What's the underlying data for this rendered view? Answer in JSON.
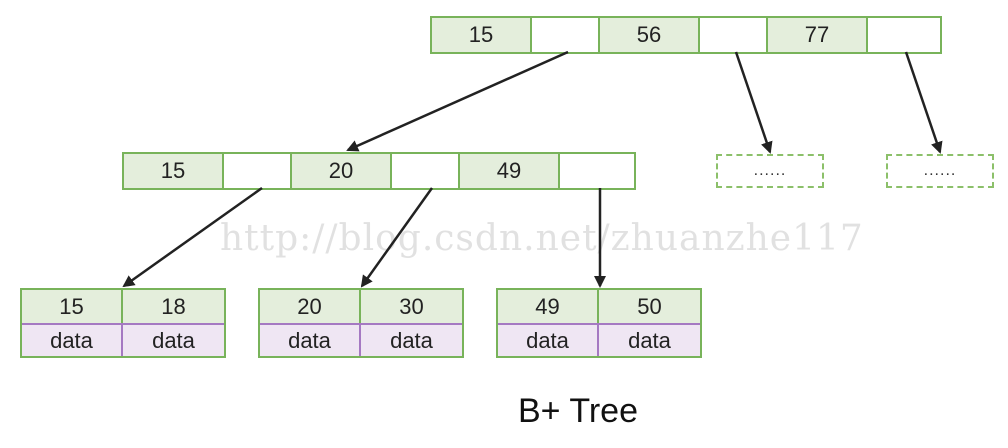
{
  "root": {
    "keys": [
      "15",
      "56",
      "77"
    ]
  },
  "internal": {
    "keys": [
      "15",
      "20",
      "49"
    ]
  },
  "leaves": [
    {
      "keys": [
        "15",
        "18"
      ],
      "data": [
        "data",
        "data"
      ]
    },
    {
      "keys": [
        "20",
        "30"
      ],
      "data": [
        "data",
        "data"
      ]
    },
    {
      "keys": [
        "49",
        "50"
      ],
      "data": [
        "data",
        "data"
      ]
    }
  ],
  "placeholders": [
    "......",
    "......"
  ],
  "watermark": "http://blog.csdn.net/zhuanzhe117",
  "caption": "B+ Tree",
  "colors": {
    "node_border": "#78b35a",
    "key_fill": "#e4eedc",
    "data_border": "#a579c2",
    "data_fill": "#efe6f3",
    "arrow": "#222222"
  }
}
